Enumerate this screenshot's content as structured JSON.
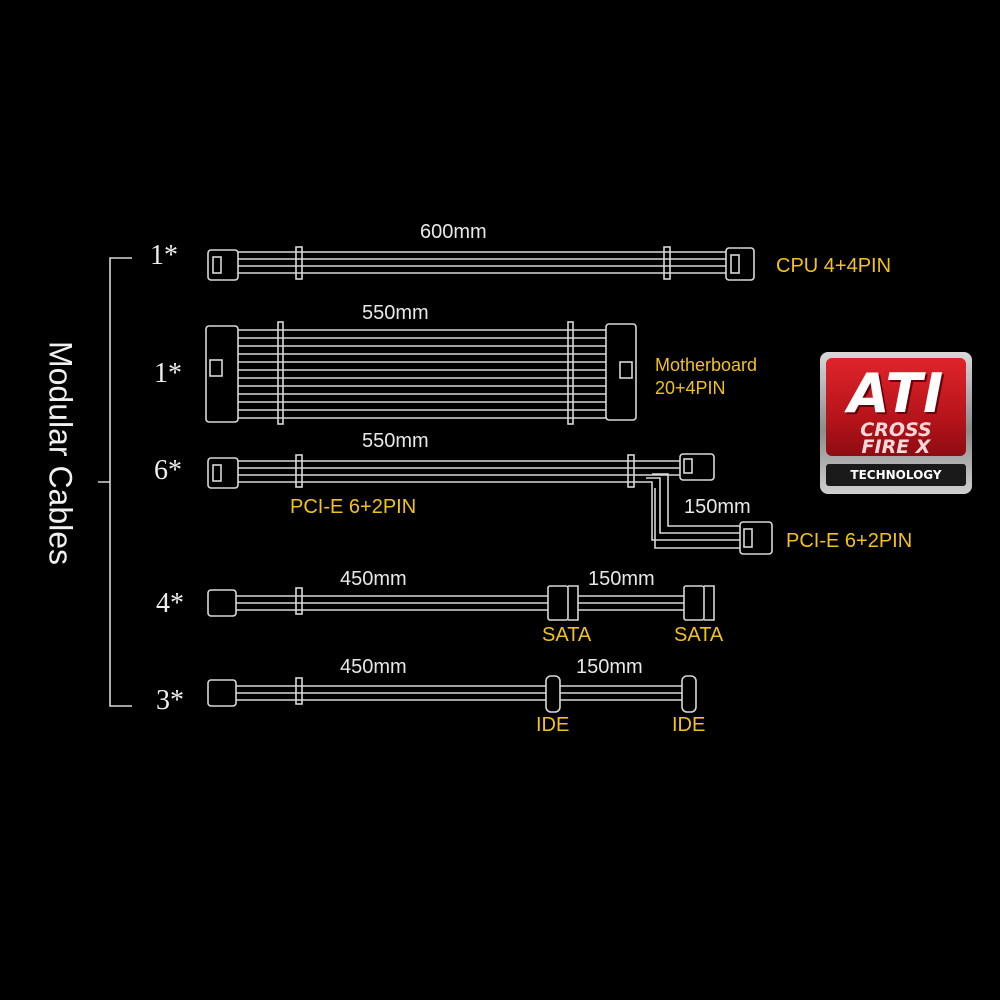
{
  "group_label": "Modular Cables",
  "quantities": [
    "1*",
    "1*",
    "6*",
    "4*",
    "3*"
  ],
  "cables": [
    {
      "name": "CPU 4+4PIN",
      "length": "600mm"
    },
    {
      "name_line1": "Motherboard",
      "name_line2": "20+4PIN",
      "length": "550mm"
    },
    {
      "name": "PCI-E 6+2PIN",
      "length": "550mm",
      "branch_length": "150mm",
      "branch_name": "PCI-E 6+2PIN"
    },
    {
      "length_main": "450mm",
      "length_branch": "150mm",
      "connector_1": "SATA",
      "connector_2": "SATA"
    },
    {
      "length_main": "450mm",
      "length_branch": "150mm",
      "connector_1": "IDE",
      "connector_2": "IDE"
    }
  ],
  "logo": {
    "brand": "ATI",
    "line1": "CROSS",
    "line2": "FIRE X",
    "tagline": "TECHNOLOGY"
  },
  "colors": {
    "background": "#000000",
    "label": "#f2c21a",
    "line": "#d8d8d8",
    "logo_red": "#d11a22"
  }
}
